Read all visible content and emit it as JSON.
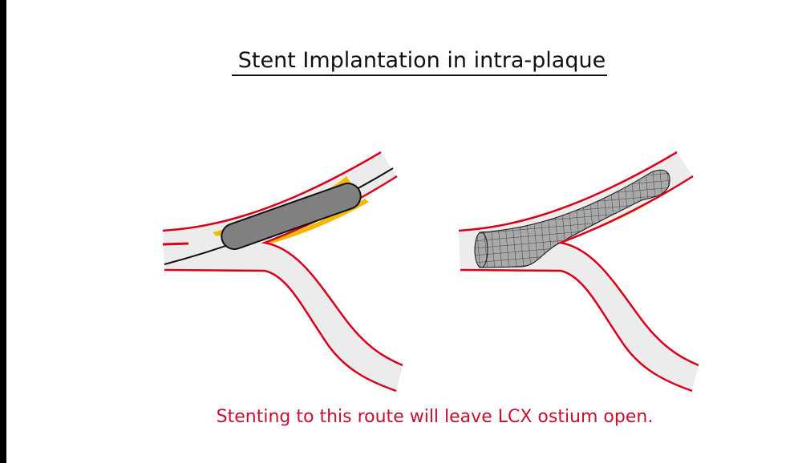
{
  "title": "Stent Implantation in intra-plaque",
  "caption": "Stenting to this route will leave LCX ostium open.",
  "colors": {
    "vessel_wall": "#d9001b",
    "lumen": "#ececec",
    "plaque": "#f5b800",
    "balloon": "#808080",
    "caption": "#c8102e"
  },
  "panels": [
    {
      "name": "balloon-inflation",
      "icon": "balloon-catheter"
    },
    {
      "name": "stent-deployed",
      "icon": "mesh-stent"
    }
  ]
}
